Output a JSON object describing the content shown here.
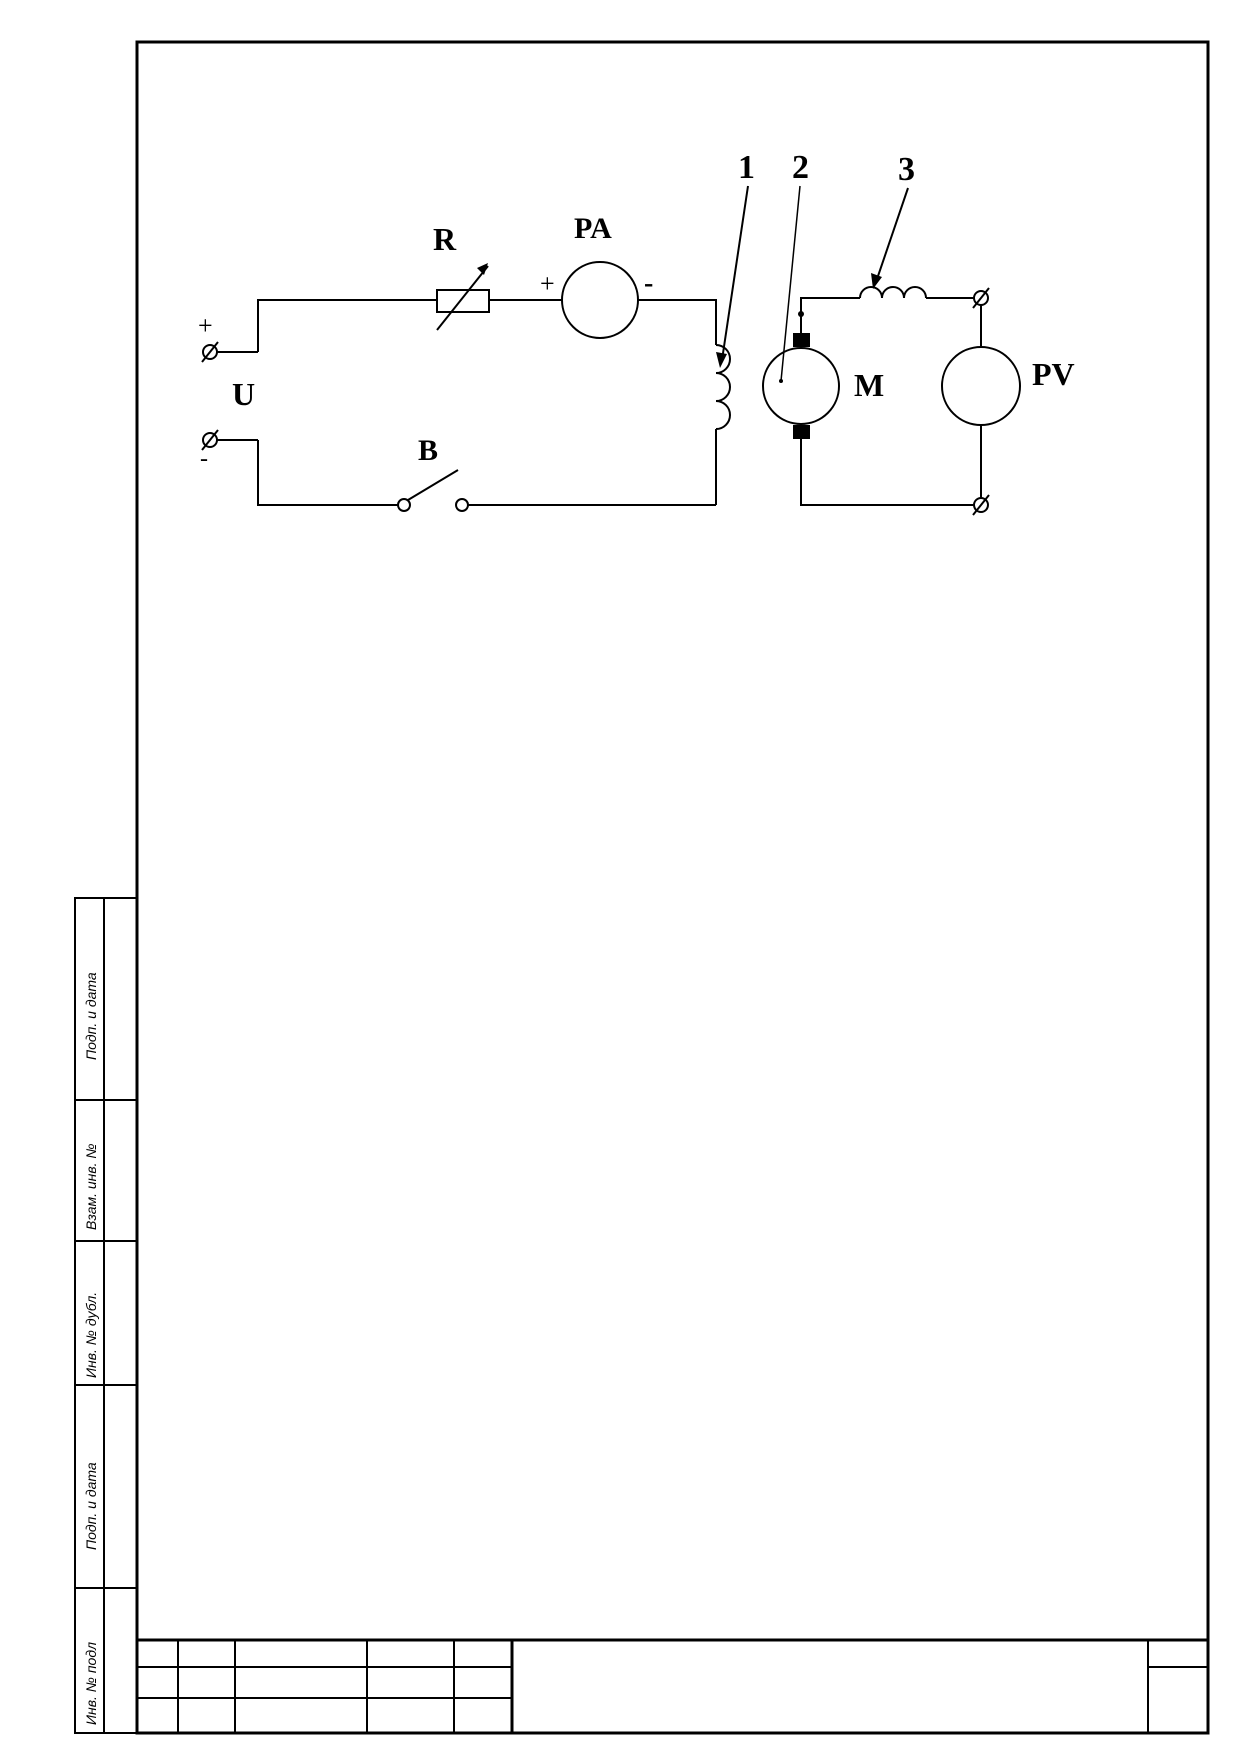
{
  "circuit_labels": {
    "callout_1": "1",
    "callout_2": "2",
    "callout_3": "3",
    "resistor": "R",
    "ammeter": "PA",
    "voltmeter": "PV",
    "motor": "M",
    "switch": "B",
    "supply": "U",
    "plus_terminal": "+",
    "minus_terminal": "-",
    "ammeter_plus": "+",
    "ammeter_minus": "-"
  },
  "side_stamp": {
    "field_1": "Подп. и дата",
    "field_2": "Взам. инв. №",
    "field_3": "Инв. № дубл.",
    "field_4": "Подп. и дата",
    "field_5": "Инв. № подл"
  }
}
